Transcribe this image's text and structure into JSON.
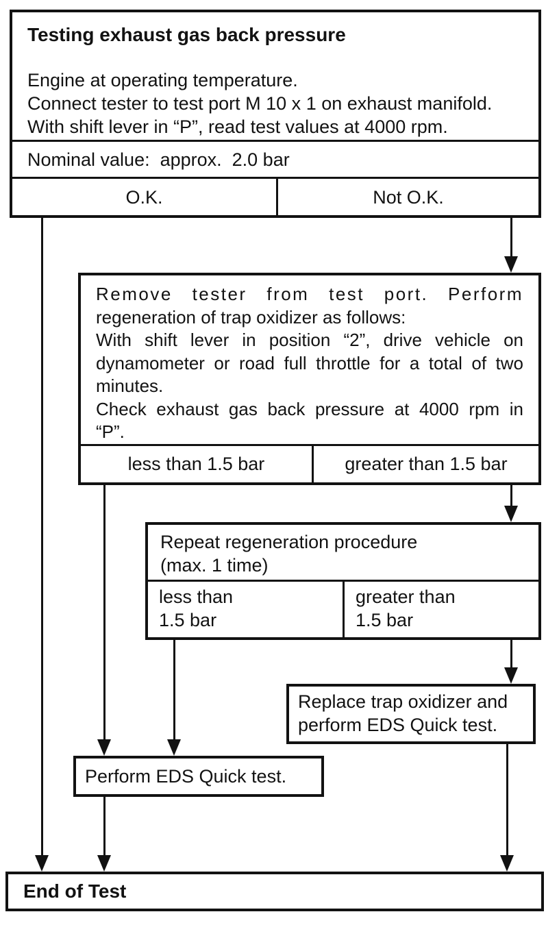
{
  "colors": {
    "ink": "#121212",
    "paper": "#ffffff"
  },
  "title_box": {
    "title": "Testing exhaust gas back pressure",
    "lines": [
      "Engine at operating temperature.",
      "Connect tester to test port M 10 x 1 on exhaust manifold.",
      "With shift lever in “P”, read test values at 4000 rpm."
    ],
    "nominal": "Nominal value:  approx.  2.0 bar",
    "ok_label": "O.K.",
    "not_ok_label": "Not O.K."
  },
  "regen_box": {
    "lines": [
      "Remove tester from test port. Perform",
      "regeneration of trap oxidizer as follows:",
      "With shift lever in position “2”, drive vehicle on",
      "dynamometer or road full throttle for a total of two",
      "minutes.",
      "Check exhaust gas back pressure at 4000 rpm in",
      "“P”."
    ],
    "less_label": "less than 1.5 bar",
    "greater_label": "greater than 1.5 bar"
  },
  "repeat_box": {
    "lines": [
      "Repeat regeneration procedure",
      "(max. 1 time)"
    ],
    "less_lines": [
      "less than",
      "1.5 bar"
    ],
    "greater_lines": [
      "greater than",
      "1.5 bar"
    ]
  },
  "replace_box": {
    "lines": [
      "Replace trap oxidizer and",
      "perform EDS Quick test."
    ]
  },
  "eds_box": {
    "label": "Perform EDS Quick test."
  },
  "end_box": {
    "label": "End of Test"
  }
}
